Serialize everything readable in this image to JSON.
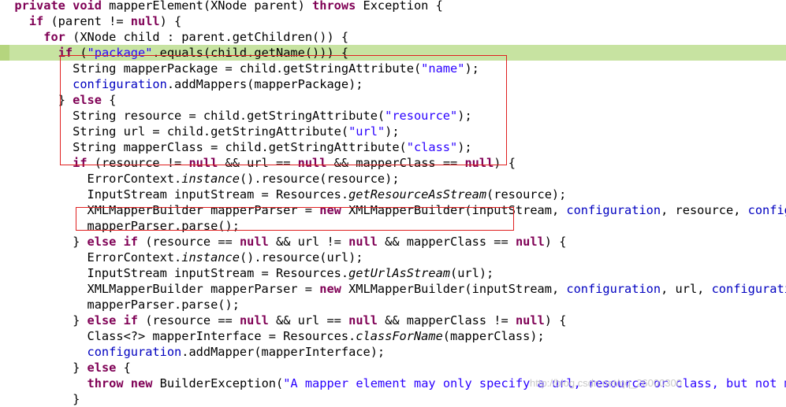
{
  "editor": {
    "lines": [
      {
        "indent": "  ",
        "tokens": [
          [
            "kw",
            "private"
          ],
          [
            "t",
            " "
          ],
          [
            "kw",
            "void"
          ],
          [
            "t",
            " mapperElement(XNode parent) "
          ],
          [
            "kw",
            "throws"
          ],
          [
            "t",
            " Exception {"
          ]
        ]
      },
      {
        "indent": "    ",
        "tokens": [
          [
            "kw",
            "if"
          ],
          [
            "t",
            " (parent != "
          ],
          [
            "kw",
            "null"
          ],
          [
            "t",
            ") {"
          ]
        ]
      },
      {
        "indent": "      ",
        "tokens": [
          [
            "kw",
            "for"
          ],
          [
            "t",
            " (XNode child : parent.getChildren()) {"
          ]
        ]
      },
      {
        "indent": "        ",
        "current": true,
        "tokens": [
          [
            "kw",
            "if"
          ],
          [
            "t",
            " ("
          ],
          [
            "str",
            "\"package\""
          ],
          [
            "t",
            ".equals(child.getName())) {"
          ]
        ]
      },
      {
        "indent": "          ",
        "tokens": [
          [
            "t",
            "String mapperPackage = child.getStringAttribute("
          ],
          [
            "str",
            "\"name\""
          ],
          [
            "t",
            ");"
          ]
        ]
      },
      {
        "indent": "          ",
        "tokens": [
          [
            "fld",
            "configuration"
          ],
          [
            "t",
            ".addMappers(mapperPackage);"
          ]
        ]
      },
      {
        "indent": "        ",
        "tokens": [
          [
            "t",
            "} "
          ],
          [
            "kw",
            "else"
          ],
          [
            "t",
            " {"
          ]
        ]
      },
      {
        "indent": "          ",
        "tokens": [
          [
            "t",
            "String resource = child.getStringAttribute("
          ],
          [
            "str",
            "\"resource\""
          ],
          [
            "t",
            ");"
          ]
        ]
      },
      {
        "indent": "          ",
        "tokens": [
          [
            "t",
            "String url = child.getStringAttribute("
          ],
          [
            "str",
            "\"url\""
          ],
          [
            "t",
            ");"
          ]
        ]
      },
      {
        "indent": "          ",
        "tokens": [
          [
            "t",
            "String mapperClass = child.getStringAttribute("
          ],
          [
            "str",
            "\"class\""
          ],
          [
            "t",
            ");"
          ]
        ]
      },
      {
        "indent": "          ",
        "tokens": [
          [
            "kw",
            "if"
          ],
          [
            "t",
            " (resource != "
          ],
          [
            "kw",
            "null"
          ],
          [
            "t",
            " && url == "
          ],
          [
            "kw",
            "null"
          ],
          [
            "t",
            " && mapperClass == "
          ],
          [
            "kw",
            "null"
          ],
          [
            "t",
            ") {"
          ]
        ]
      },
      {
        "indent": "            ",
        "tokens": [
          [
            "t",
            "ErrorContext."
          ],
          [
            "it",
            "instance"
          ],
          [
            "t",
            "().resource(resource);"
          ]
        ]
      },
      {
        "indent": "            ",
        "tokens": [
          [
            "t",
            "InputStream inputStream = Resources."
          ],
          [
            "it",
            "getResourceAsStream"
          ],
          [
            "t",
            "(resource);"
          ]
        ]
      },
      {
        "indent": "            ",
        "tokens": [
          [
            "t",
            "XMLMapperBuilder mapperParser = "
          ],
          [
            "kw",
            "new"
          ],
          [
            "t",
            " XMLMapperBuilder(inputStream, "
          ],
          [
            "fld",
            "configuration"
          ],
          [
            "t",
            ", resource, "
          ],
          [
            "fld",
            "configur"
          ]
        ]
      },
      {
        "indent": "            ",
        "tokens": [
          [
            "t",
            "mapperParser.parse();"
          ]
        ]
      },
      {
        "indent": "          ",
        "tokens": [
          [
            "t",
            "} "
          ],
          [
            "kw",
            "else"
          ],
          [
            "t",
            " "
          ],
          [
            "kw",
            "if"
          ],
          [
            "t",
            " (resource == "
          ],
          [
            "kw",
            "null"
          ],
          [
            "t",
            " && url != "
          ],
          [
            "kw",
            "null"
          ],
          [
            "t",
            " && mapperClass == "
          ],
          [
            "kw",
            "null"
          ],
          [
            "t",
            ") {"
          ]
        ]
      },
      {
        "indent": "            ",
        "tokens": [
          [
            "t",
            "ErrorContext."
          ],
          [
            "it",
            "instance"
          ],
          [
            "t",
            "().resource(url);"
          ]
        ]
      },
      {
        "indent": "            ",
        "tokens": [
          [
            "t",
            "InputStream inputStream = Resources."
          ],
          [
            "it",
            "getUrlAsStream"
          ],
          [
            "t",
            "(url);"
          ]
        ]
      },
      {
        "indent": "            ",
        "tokens": [
          [
            "t",
            "XMLMapperBuilder mapperParser = "
          ],
          [
            "kw",
            "new"
          ],
          [
            "t",
            " XMLMapperBuilder(inputStream, "
          ],
          [
            "fld",
            "configuration"
          ],
          [
            "t",
            ", url, "
          ],
          [
            "fld",
            "configuration"
          ]
        ]
      },
      {
        "indent": "            ",
        "tokens": [
          [
            "t",
            "mapperParser.parse();"
          ]
        ]
      },
      {
        "indent": "          ",
        "tokens": [
          [
            "t",
            "} "
          ],
          [
            "kw",
            "else"
          ],
          [
            "t",
            " "
          ],
          [
            "kw",
            "if"
          ],
          [
            "t",
            " (resource == "
          ],
          [
            "kw",
            "null"
          ],
          [
            "t",
            " && url == "
          ],
          [
            "kw",
            "null"
          ],
          [
            "t",
            " && mapperClass != "
          ],
          [
            "kw",
            "null"
          ],
          [
            "t",
            ") {"
          ]
        ]
      },
      {
        "indent": "            ",
        "tokens": [
          [
            "t",
            "Class<?> mapperInterface = Resources."
          ],
          [
            "it",
            "classForName"
          ],
          [
            "t",
            "(mapperClass);"
          ]
        ]
      },
      {
        "indent": "            ",
        "tokens": [
          [
            "fld",
            "configuration"
          ],
          [
            "t",
            ".addMapper(mapperInterface);"
          ]
        ]
      },
      {
        "indent": "          ",
        "tokens": [
          [
            "t",
            "} "
          ],
          [
            "kw",
            "else"
          ],
          [
            "t",
            " {"
          ]
        ]
      },
      {
        "indent": "            ",
        "tokens": [
          [
            "kw",
            "throw"
          ],
          [
            "t",
            " "
          ],
          [
            "kw",
            "new"
          ],
          [
            "t",
            " BuilderException("
          ],
          [
            "str",
            "\"A mapper element may only specify a url, resource or class, but not mor"
          ]
        ]
      },
      {
        "indent": "          ",
        "tokens": [
          [
            "t",
            "}"
          ]
        ]
      }
    ]
  },
  "colors": {
    "keyword": "#7f0055",
    "string": "#2a00ff",
    "field": "#0000c0",
    "current_line": "#c7e3a1",
    "annotation_box": "#e02020"
  },
  "watermark": "http://blog.csdn.net/qq_26000300"
}
